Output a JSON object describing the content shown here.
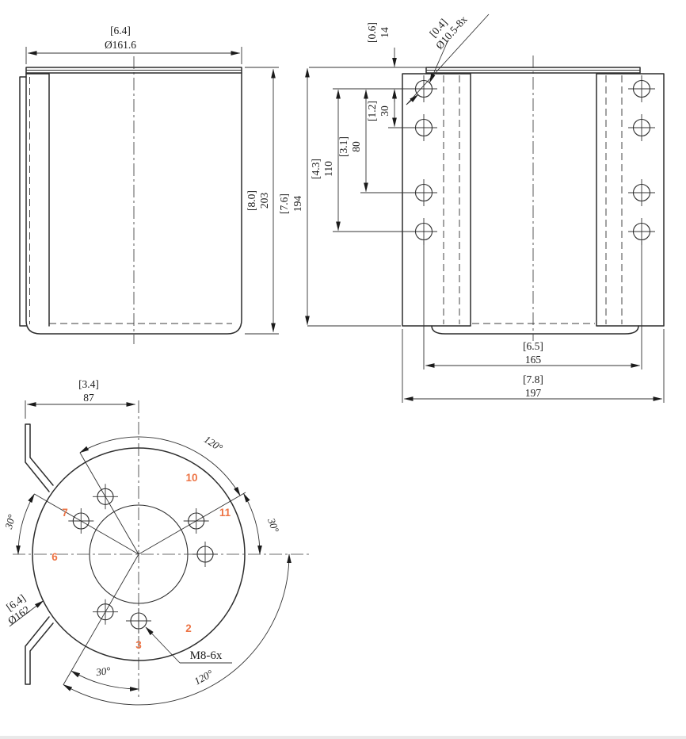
{
  "views": {
    "front": {
      "diameter": {
        "in": "[6.4]",
        "mm": "Ø161.6"
      },
      "height": {
        "in": "[8.0]",
        "mm": "203"
      }
    },
    "side": {
      "hole_callout": {
        "in": "[0.4]",
        "mm": "Ø10.5-8x"
      },
      "hole_top_offset": {
        "in": "[0.6]",
        "mm": "14"
      },
      "hole_pitch_1": {
        "in": "[1.2]",
        "mm": "30"
      },
      "hole_pitch_2": {
        "in": "[3.1]",
        "mm": "80"
      },
      "hole_pitch_3": {
        "in": "[4.3]",
        "mm": "110"
      },
      "bracket_height": {
        "in": "[7.6]",
        "mm": "194"
      },
      "bracket_inner_span": {
        "in": "[6.5]",
        "mm": "165"
      },
      "bracket_outer_span": {
        "in": "[7.8]",
        "mm": "197"
      }
    },
    "bottom": {
      "bracket_offset": {
        "in": "[3.4]",
        "mm": "87"
      },
      "outer_diameter": {
        "in": "[6.4]",
        "mm": "Ø162"
      },
      "thread_callout": "M8-6x",
      "angle_small": "30°",
      "angle_large": "120°",
      "clock_positions": [
        "10",
        "7",
        "11",
        "6",
        "2",
        "3"
      ],
      "position_label_color": "#ed7445"
    }
  }
}
